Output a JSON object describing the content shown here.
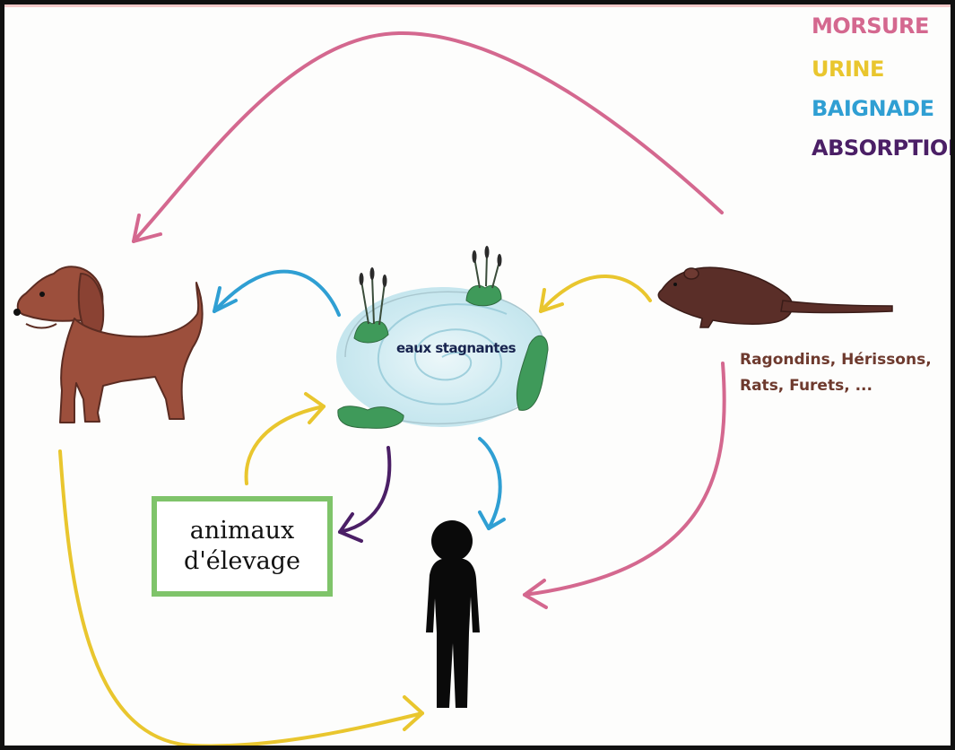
{
  "legend": {
    "morsure": {
      "label": "MORSURE",
      "color": "#d4688f"
    },
    "urine": {
      "label": "URINE",
      "color": "#e9c62e"
    },
    "baignade": {
      "label": "BAIGNADE",
      "color": "#2f9fd3"
    },
    "absorption": {
      "label": "ABSORPTION",
      "color": "#4b1f66"
    }
  },
  "water": {
    "label": "eaux stagnantes"
  },
  "rodents": {
    "line1": "Ragondins, Hérissons,",
    "line2": "Rats, Furets, ..."
  },
  "livestock": {
    "line1": "animaux",
    "line2": "d'élevage",
    "border_color": "#7fc46a"
  },
  "icons": [
    "dog-icon",
    "rodent-icon",
    "human-icon",
    "pond-icon",
    "reed-icon"
  ],
  "colors": {
    "dog": "#9c4f3c",
    "rodent": "#5a2e28",
    "human": "#0a0a0a",
    "water": "#bfe4ee",
    "plants": "#3f9a5a"
  }
}
